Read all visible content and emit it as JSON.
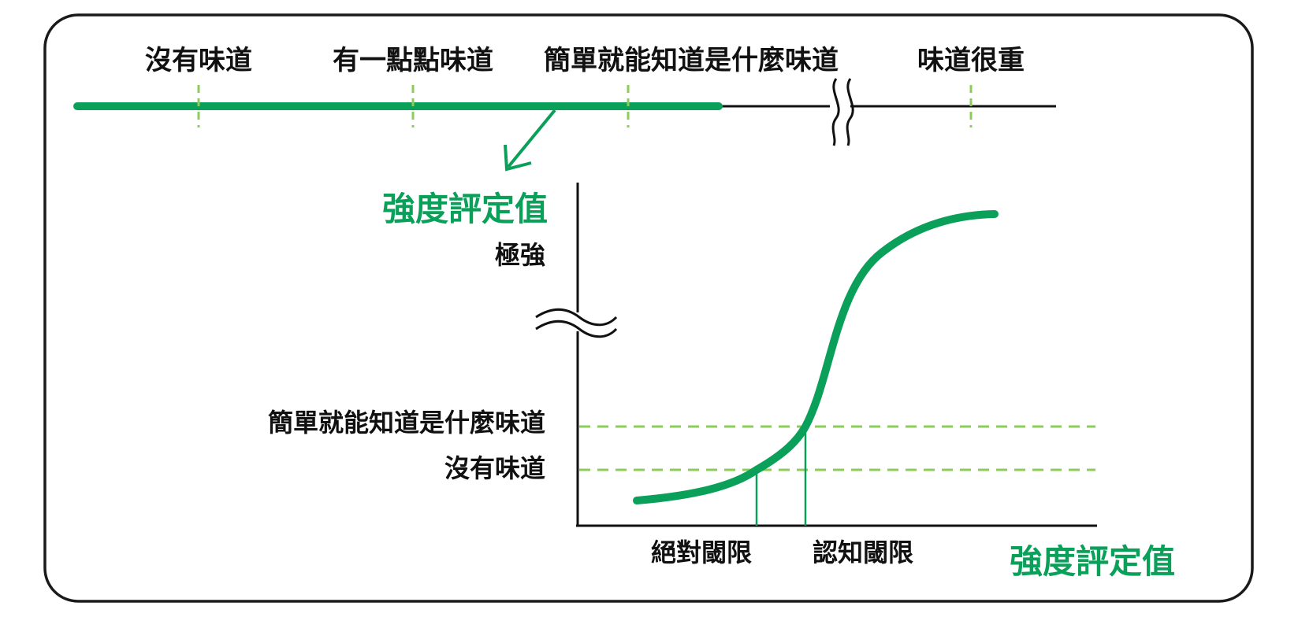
{
  "scale": {
    "labels": [
      "沒有味道",
      "有一點點味道",
      "簡單就能知道是什麼味道",
      "味道很重"
    ]
  },
  "graph": {
    "y_title": "強度評定值",
    "y_top_label": "極強",
    "y_label_recognition": "簡單就能知道是什麼味道",
    "y_label_none": "沒有味道",
    "x_label_absolute": "絕對閾限",
    "x_label_recognition": "認知閾限",
    "x_title": "強度評定值"
  },
  "colors": {
    "accent": "#0aa05a",
    "dashed": "#8ccd5a",
    "ink": "#111111",
    "frame": "#1a1a1a"
  }
}
